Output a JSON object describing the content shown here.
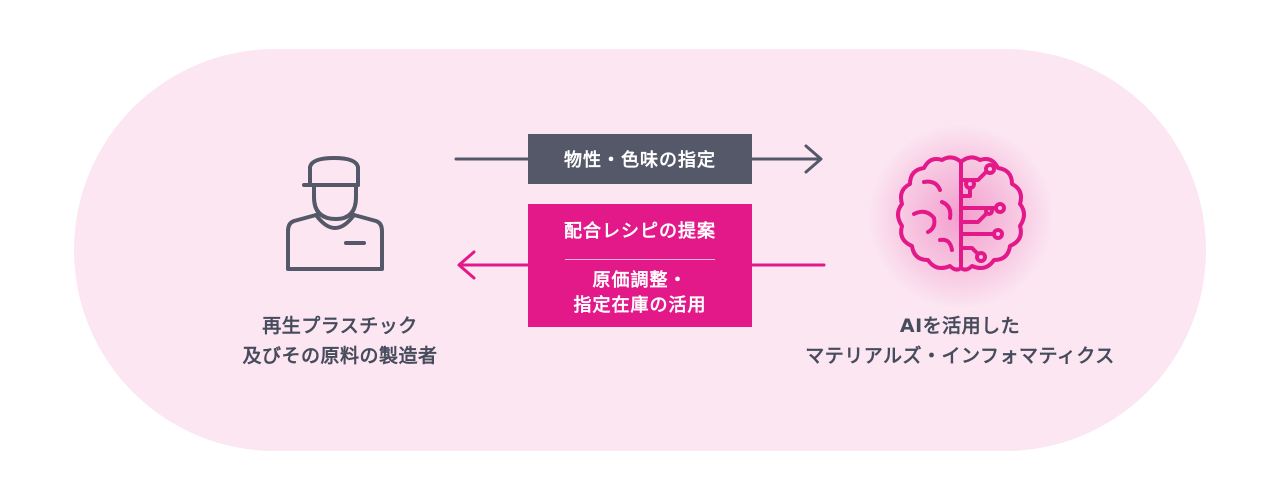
{
  "background": {
    "panel_color": "#fbe6f1"
  },
  "left_actor": {
    "icon": "worker-icon",
    "label_lines": [
      "再生プラスチック",
      "及びその原料の製造者"
    ],
    "color": "#474c5c"
  },
  "right_actor": {
    "icon": "ai-brain-icon",
    "label_lines": [
      "AIを活用した",
      "マテリアルズ・インフォマティクス"
    ],
    "color": "#e3198a"
  },
  "flow_right": {
    "label": "物性・色味の指定",
    "color": "#545868"
  },
  "flow_left": {
    "label": "配合レシピの提案",
    "sub_lines": [
      "原価調整・",
      "指定在庫の活用"
    ],
    "color": "#e3198a"
  }
}
